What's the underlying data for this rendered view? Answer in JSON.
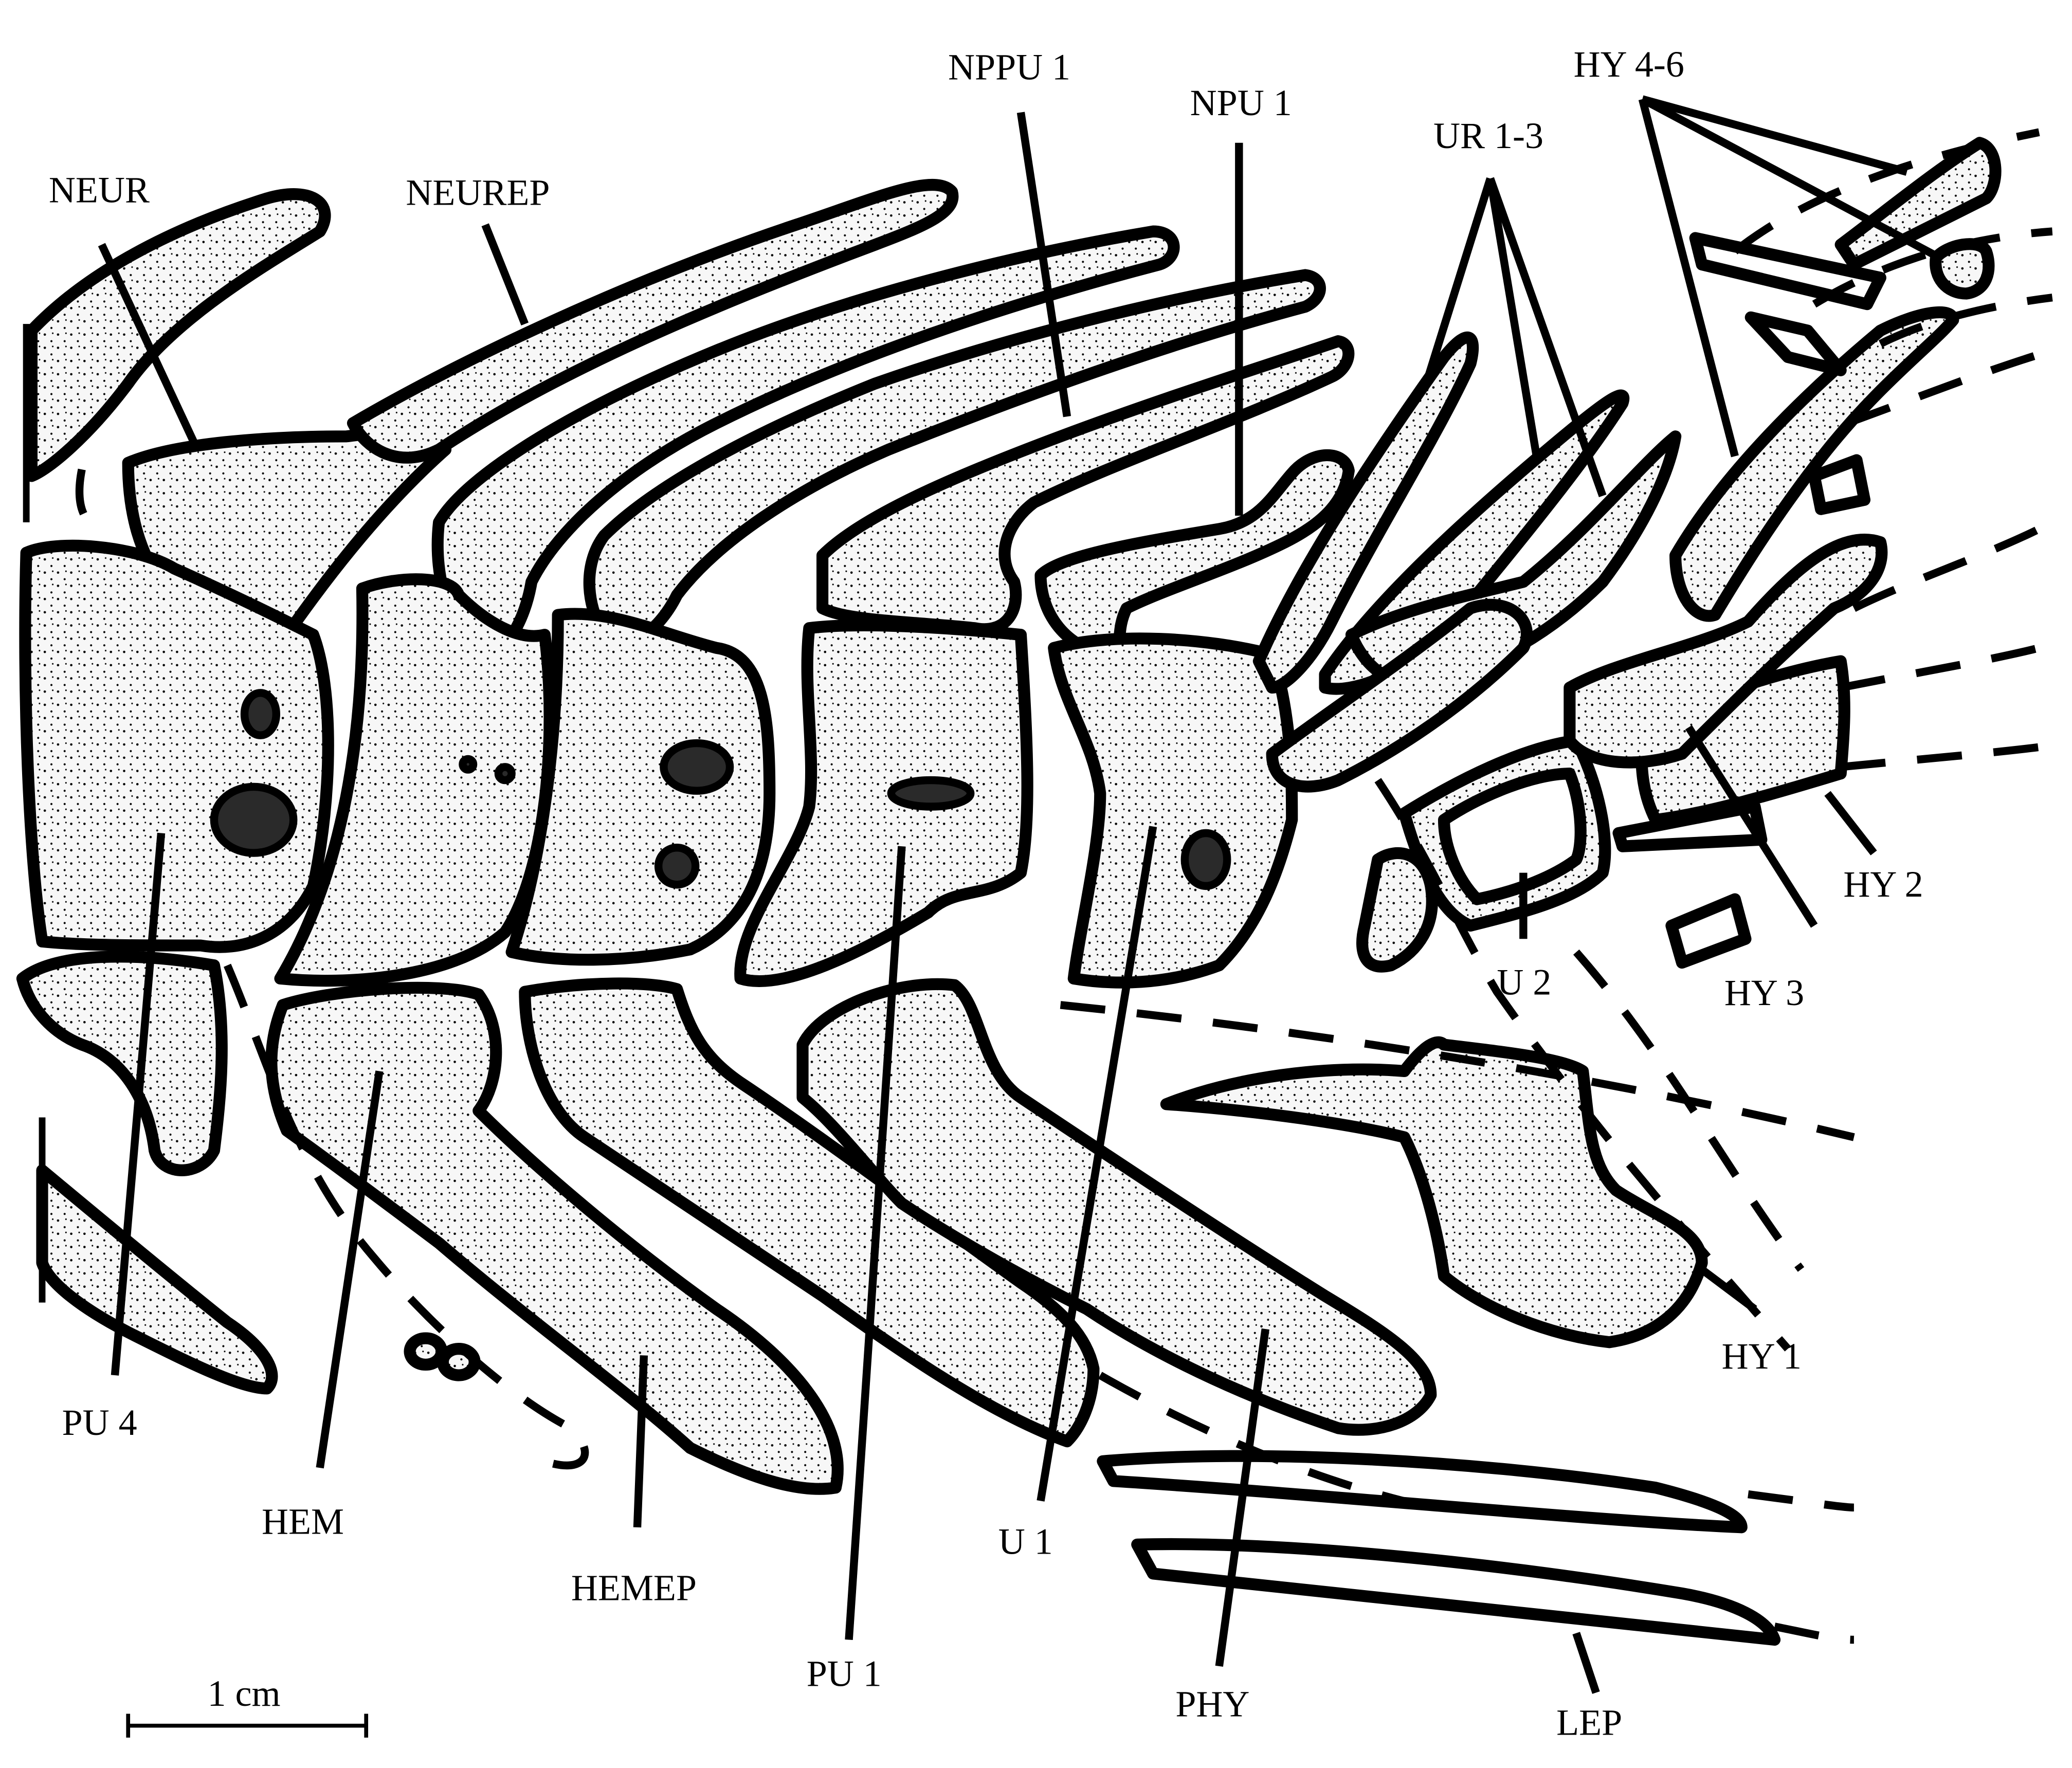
{
  "labels": {
    "neur": "NEUR",
    "neurep": "NEUREP",
    "nppu1": "NPPU 1",
    "npu1": "NPU 1",
    "ur13": "UR 1-3",
    "hy46": "HY 4-6",
    "hy2": "HY 2",
    "hy3": "HY 3",
    "u2": "U 2",
    "hy1": "HY 1",
    "pu4": "PU 4",
    "hem": "HEM",
    "hemep": "HEMEP",
    "pu1": "PU 1",
    "u1": "U 1",
    "phy": "PHY",
    "lep": "LEP"
  },
  "scale_bar": {
    "label": "1 cm"
  },
  "colors": {
    "ink": "#000000",
    "bone_fill": "#f4f4f4",
    "background": "#ffffff"
  }
}
